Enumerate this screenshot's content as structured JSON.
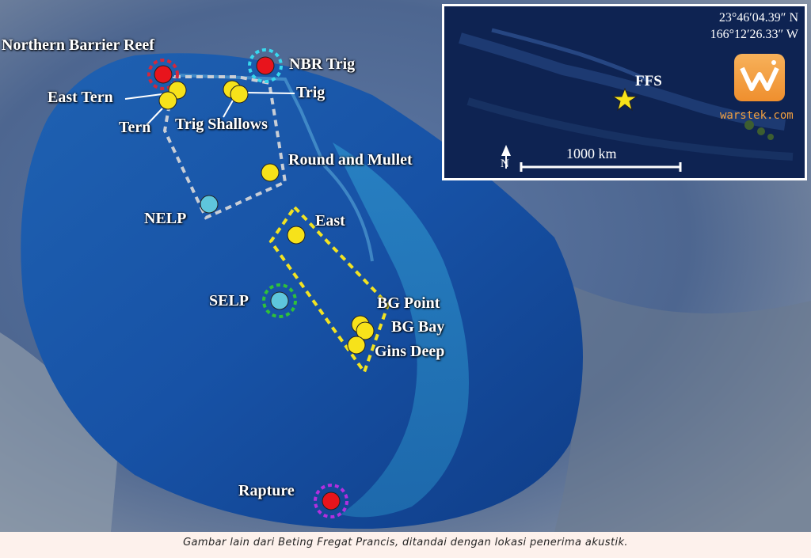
{
  "map": {
    "sites": {
      "northern_barrier_reef": "Northern Barrier Reef",
      "nbr_trig": "NBR Trig",
      "east_tern": "East Tern",
      "trig": "Trig",
      "tern": "Tern",
      "trig_shallows": "Trig Shallows",
      "round_and_mullet": "Round and Mullet",
      "nelp": "NELP",
      "east": "East",
      "selp": "SELP",
      "bg_point": "BG Point",
      "bg_bay": "BG Bay",
      "gins_deep": "Gins Deep",
      "rapture": "Rapture"
    },
    "marker_colors": {
      "red": "#e8141c",
      "yellow": "#f7e21a",
      "blue": "#5ec6dc",
      "dashed_red": "#d0283c",
      "dashed_cyan": "#38d8ee",
      "dashed_green": "#2fc03a",
      "dashed_purple": "#b22fe0",
      "box_gray": "#c9ced6",
      "box_yellow": "#f2e322"
    }
  },
  "inset": {
    "lat": "23°46′04.39″ N",
    "lon": "166°12′26.33″ W",
    "location_label": "FFS",
    "north_label": "N",
    "scale_label": "1000 km",
    "logo_text": "warstek.com"
  },
  "caption": "Gambar lain dari Beting Fregat Prancis, ditandai dengan lokasi penerima akustik."
}
